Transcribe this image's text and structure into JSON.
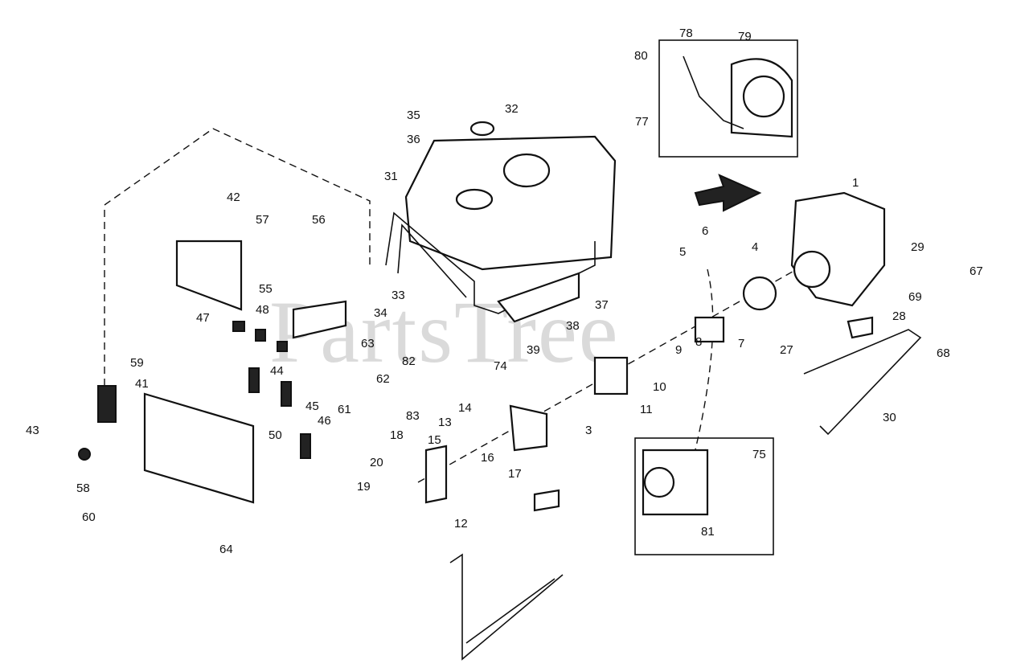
{
  "watermark": "PartsTree",
  "callouts": [
    "1",
    "3",
    "4",
    "5",
    "6",
    "7",
    "8",
    "9",
    "10",
    "11",
    "12",
    "13",
    "14",
    "15",
    "16",
    "17",
    "18",
    "19",
    "20",
    "27",
    "28",
    "29",
    "30",
    "31",
    "32",
    "33",
    "34",
    "35",
    "36",
    "37",
    "38",
    "39",
    "41",
    "42",
    "43",
    "44",
    "45",
    "46",
    "47",
    "48",
    "50",
    "55",
    "56",
    "57",
    "58",
    "59",
    "60",
    "61",
    "62",
    "63",
    "64",
    "67",
    "68",
    "69",
    "74",
    "75",
    "77",
    "78",
    "79",
    "80",
    "81",
    "82",
    "83"
  ]
}
